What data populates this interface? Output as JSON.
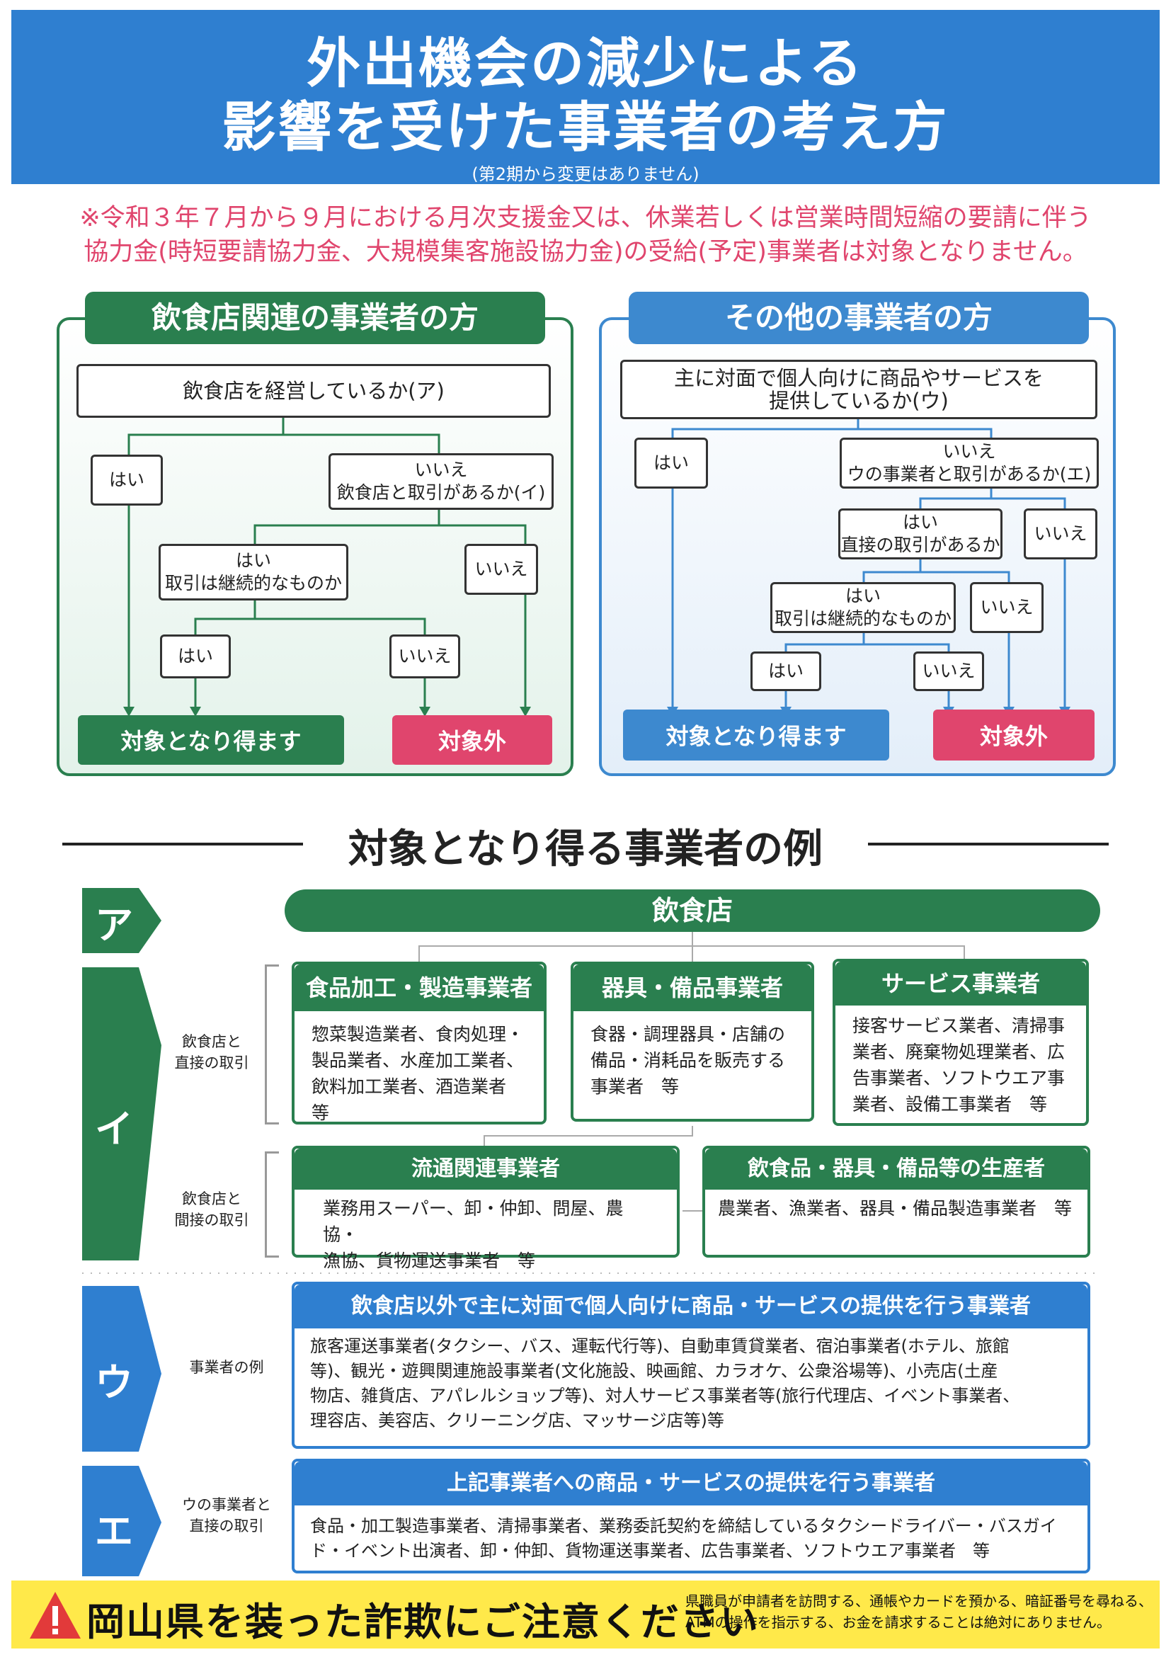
{
  "header": {
    "title_line1": "外出機会の減少による",
    "title_line2": "影響を受けた事業者の考え方",
    "subtitle": "(第2期から変更はありません)"
  },
  "notice": {
    "line1": "※令和３年７月から９月における月次支援金又は、休業若しくは営業時間短縮の要請に伴う",
    "line2": "協力金(時短要請協力金、大規模集客施設協力金)の受給(予定)事業者は対象となりません。"
  },
  "food_panel": {
    "title": "飲食店関連の事業者の方",
    "q_a": "飲食店を経営しているか(ア)",
    "yes1": "はい",
    "no1_line1": "いいえ",
    "no1_line2": "飲食店と取引があるか(イ)",
    "yes2_line1": "はい",
    "yes2_line2": "取引は継続的なものか",
    "no2": "いいえ",
    "yes3": "はい",
    "no3": "いいえ",
    "eligible": "対象となり得ます",
    "ineligible": "対象外"
  },
  "other_panel": {
    "title": "その他の事業者の方",
    "q_u_line1": "主に対面で個人向けに商品やサービスを",
    "q_u_line2": "提供しているか(ウ)",
    "yes1": "はい",
    "no1_line1": "いいえ",
    "no1_line2": "ウの事業者と取引があるか(エ)",
    "yes2_line1": "はい",
    "yes2_line2": "直接の取引があるか",
    "no2": "いいえ",
    "yes3_line1": "はい",
    "yes3_line2": "取引は継続的なものか",
    "no3": "いいえ",
    "yes4": "はい",
    "no4": "いいえ",
    "eligible": "対象となり得ます",
    "ineligible": "対象外"
  },
  "examples": {
    "title": "対象となり得る事業者の例",
    "a": {
      "badge": "ア",
      "bar": "飲食店"
    },
    "i": {
      "badge": "イ",
      "direct_label_line1": "飲食店と",
      "direct_label_line2": "直接の取引",
      "indirect_label_line1": "飲食店と",
      "indirect_label_line2": "間接の取引",
      "cards": [
        {
          "title": "食品加工・製造事業者",
          "lines": [
            "惣菜製造業者、食肉処理・",
            "製品業者、水産加工業者、",
            "飲料加工業者、酒造業者　等"
          ]
        },
        {
          "title": "器具・備品事業者",
          "lines": [
            "食器・調理器具・店舗の",
            "備品・消耗品を販売する",
            "事業者　等"
          ]
        },
        {
          "title": "サービス事業者",
          "lines": [
            "接客サービス業者、清掃事",
            "業者、廃棄物処理業者、広",
            "告事業者、ソフトウエア事",
            "業者、設備工事業者　等"
          ]
        },
        {
          "title": "流通関連事業者",
          "lines": [
            "業務用スーパー、卸・仲卸、問屋、農協・",
            "漁協、貨物運送事業者　等"
          ]
        },
        {
          "title": "飲食品・器具・備品等の生産者",
          "lines": [
            "農業者、漁業者、器具・備品製造事業者　等"
          ]
        }
      ]
    },
    "u": {
      "badge": "ウ",
      "label": "事業者の例",
      "title": "飲食店以外で主に対面で個人向けに商品・サービスの提供を行う事業者",
      "lines": [
        "旅客運送事業者(タクシー、バス、運転代行等)、自動車賃貸業者、宿泊事業者(ホテル、旅館",
        "等)、観光・遊興関連施設事業者(文化施設、映画館、カラオケ、公衆浴場等)、小売店(土産",
        "物店、雑貨店、アパレルショップ等)、対人サービス事業者等(旅行代理店、イベント事業者、",
        "理容店、美容店、クリーニング店、マッサージ店等)等"
      ]
    },
    "e": {
      "badge": "エ",
      "label_line1": "ウの事業者と",
      "label_line2": "直接の取引",
      "title": "上記事業者への商品・サービスの提供を行う事業者",
      "lines": [
        "食品・加工製造事業者、清掃事業者、業務委託契約を締結しているタクシードライバー・バスガイ",
        "ド・イベント出演者、卸・仲卸、貨物運送事業者、広告事業者、ソフトウエア事業者　等"
      ]
    }
  },
  "warning": {
    "title": "岡山県を装った詐欺にご注意ください",
    "line1": "県職員が申請者を訪問する、通帳やカードを預かる、暗証番号を尋ねる、",
    "line2": "ATMの操作を指示する、お金を請求することは絶対にありません。"
  },
  "colors": {
    "blue": "#2f7fd0",
    "green": "#2a7f4f",
    "pink": "#e0456d",
    "yellow": "#ffe94a"
  }
}
